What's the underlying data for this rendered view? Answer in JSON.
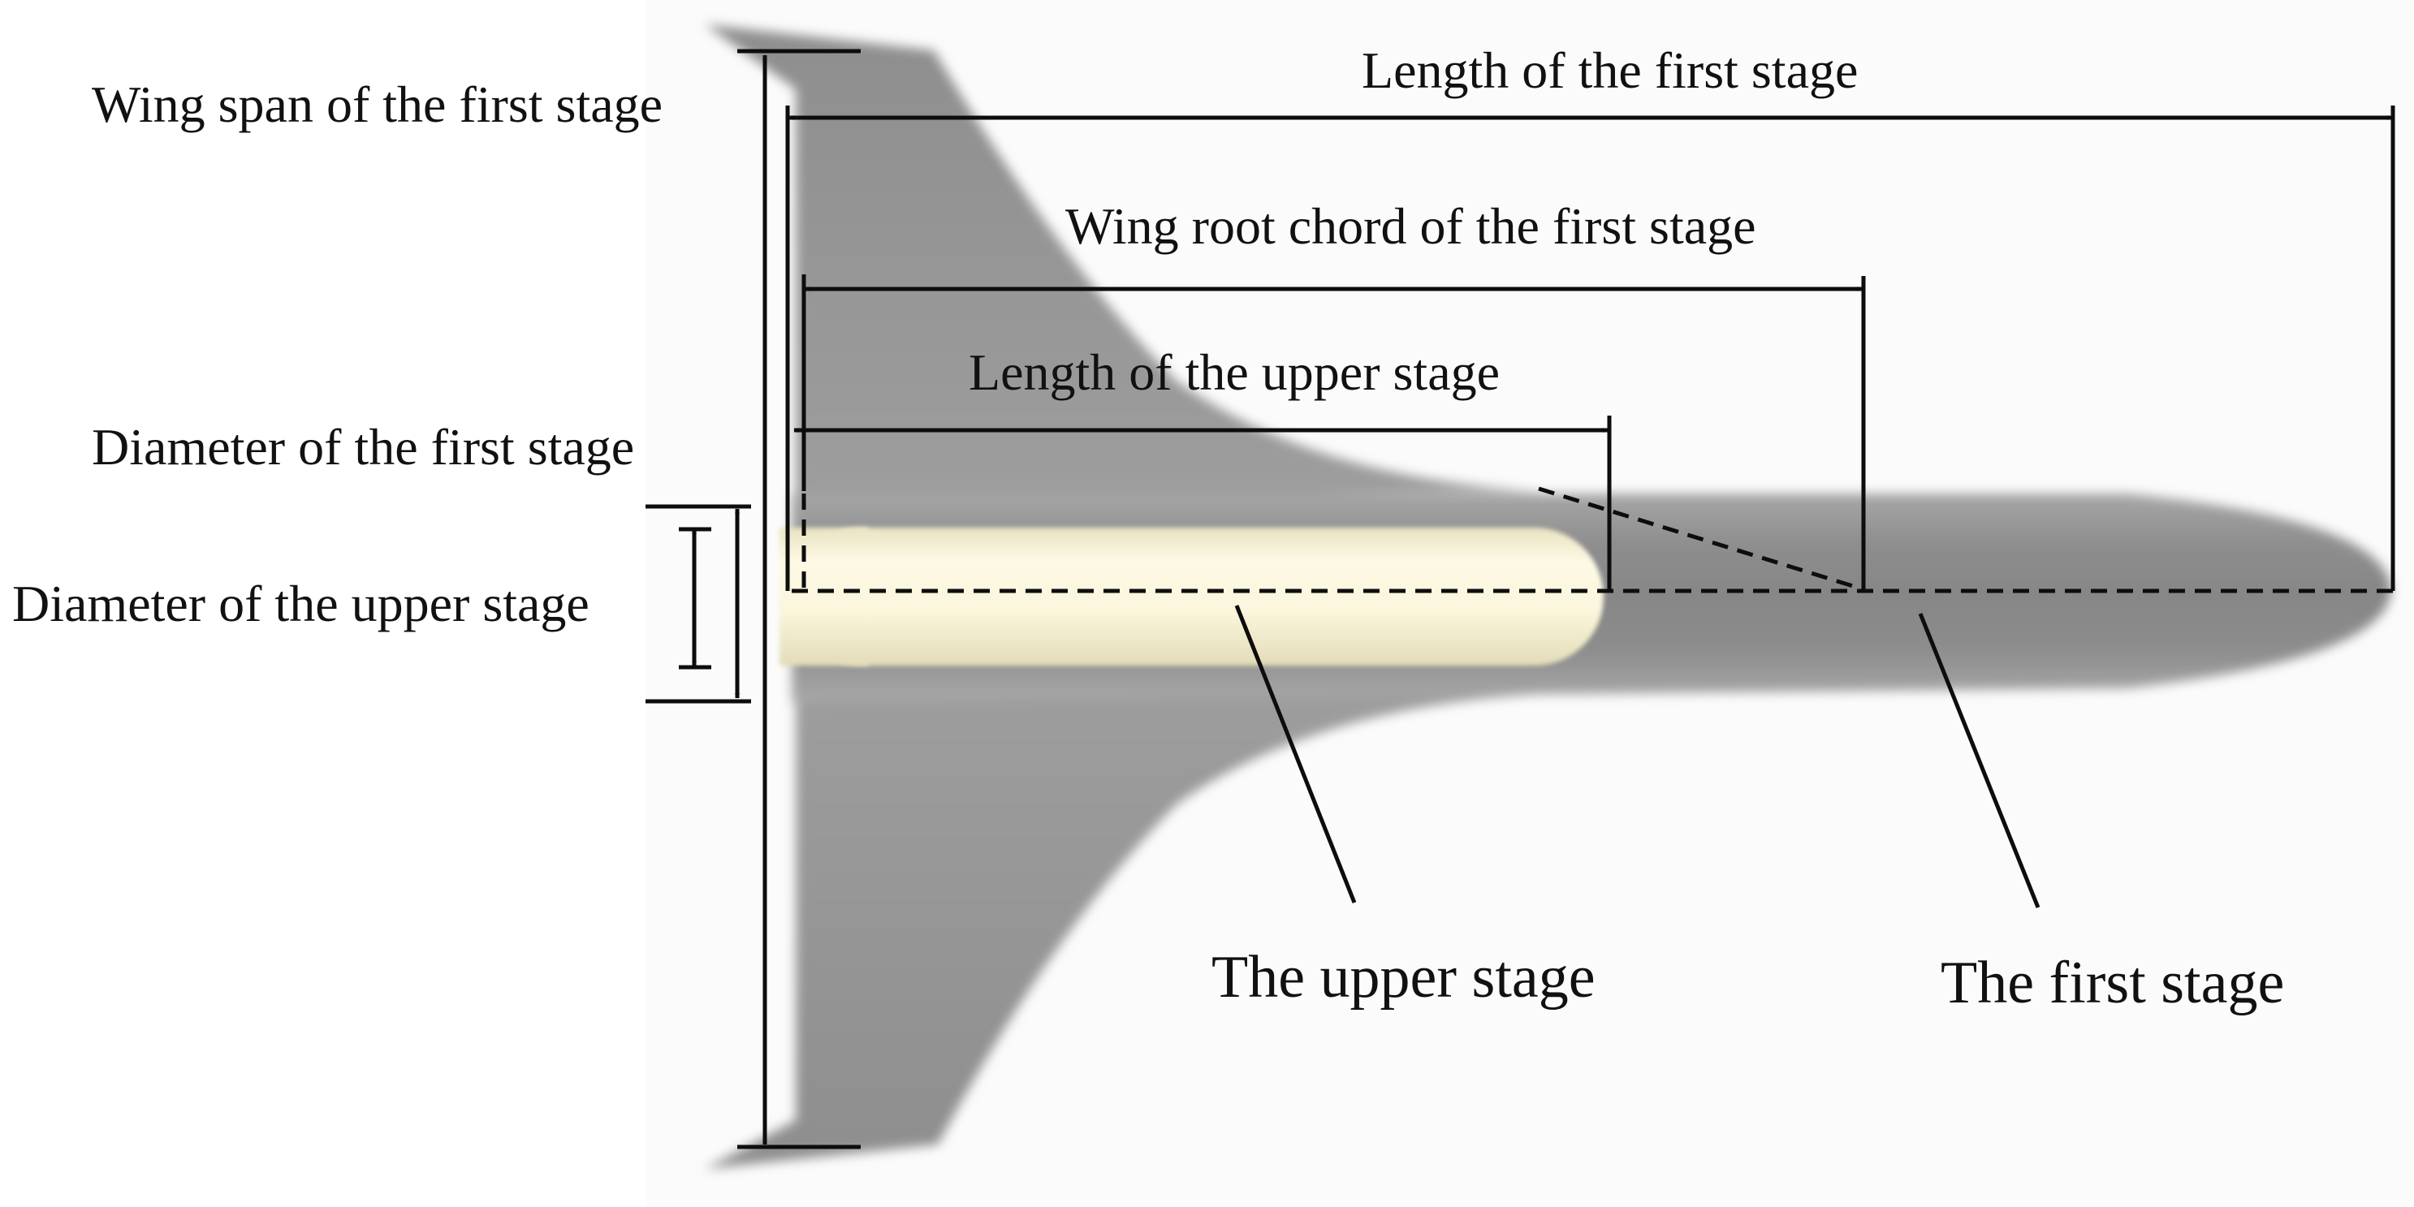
{
  "labels": {
    "wing_span_first": "Wing span of the first stage",
    "length_first": "Length of the first stage",
    "wing_root_chord_first": "Wing root chord of the first stage",
    "length_upper": "Length of the upper stage",
    "diameter_first": "Diameter of the first stage",
    "diameter_upper": "Diameter of the upper stage",
    "upper_stage": "The upper stage",
    "first_stage": "The first stage"
  },
  "colors": {
    "fuselage_gray": "#8f8f8f",
    "wing_gray": "#9a9a9a",
    "upper_stage_cream": "#fbf7df",
    "line": "#0d0d0d",
    "text": "#111111"
  }
}
